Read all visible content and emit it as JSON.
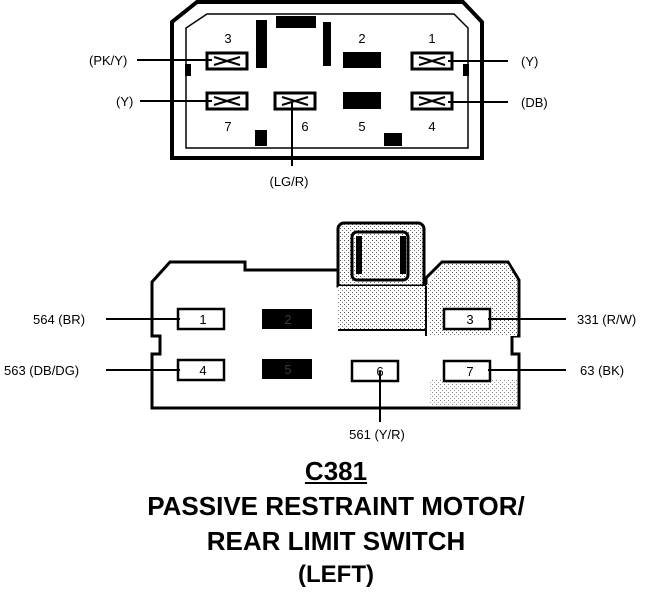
{
  "top_connector": {
    "pins": [
      {
        "num": "3",
        "wire": "(PK/Y)"
      },
      {
        "num": "2",
        "wire": ""
      },
      {
        "num": "1",
        "wire": "(Y)"
      },
      {
        "num": "7",
        "wire": "(Y)"
      },
      {
        "num": "6",
        "wire": "(LG/R)"
      },
      {
        "num": "5",
        "wire": ""
      },
      {
        "num": "4",
        "wire": "(DB)"
      }
    ]
  },
  "bottom_connector": {
    "pins": [
      {
        "num": "1",
        "wire": "564 (BR)"
      },
      {
        "num": "2",
        "wire": ""
      },
      {
        "num": "3",
        "wire": "331 (R/W)"
      },
      {
        "num": "4",
        "wire": "563 (DB/DG)"
      },
      {
        "num": "5",
        "wire": ""
      },
      {
        "num": "6",
        "wire": "561 (Y/R)"
      },
      {
        "num": "7",
        "wire": "63 (BK)"
      }
    ]
  },
  "title": {
    "code": "C381",
    "line1": "PASSIVE RESTRAINT MOTOR/",
    "line2": "REAR LIMIT SWITCH",
    "line3": "(LEFT)"
  }
}
